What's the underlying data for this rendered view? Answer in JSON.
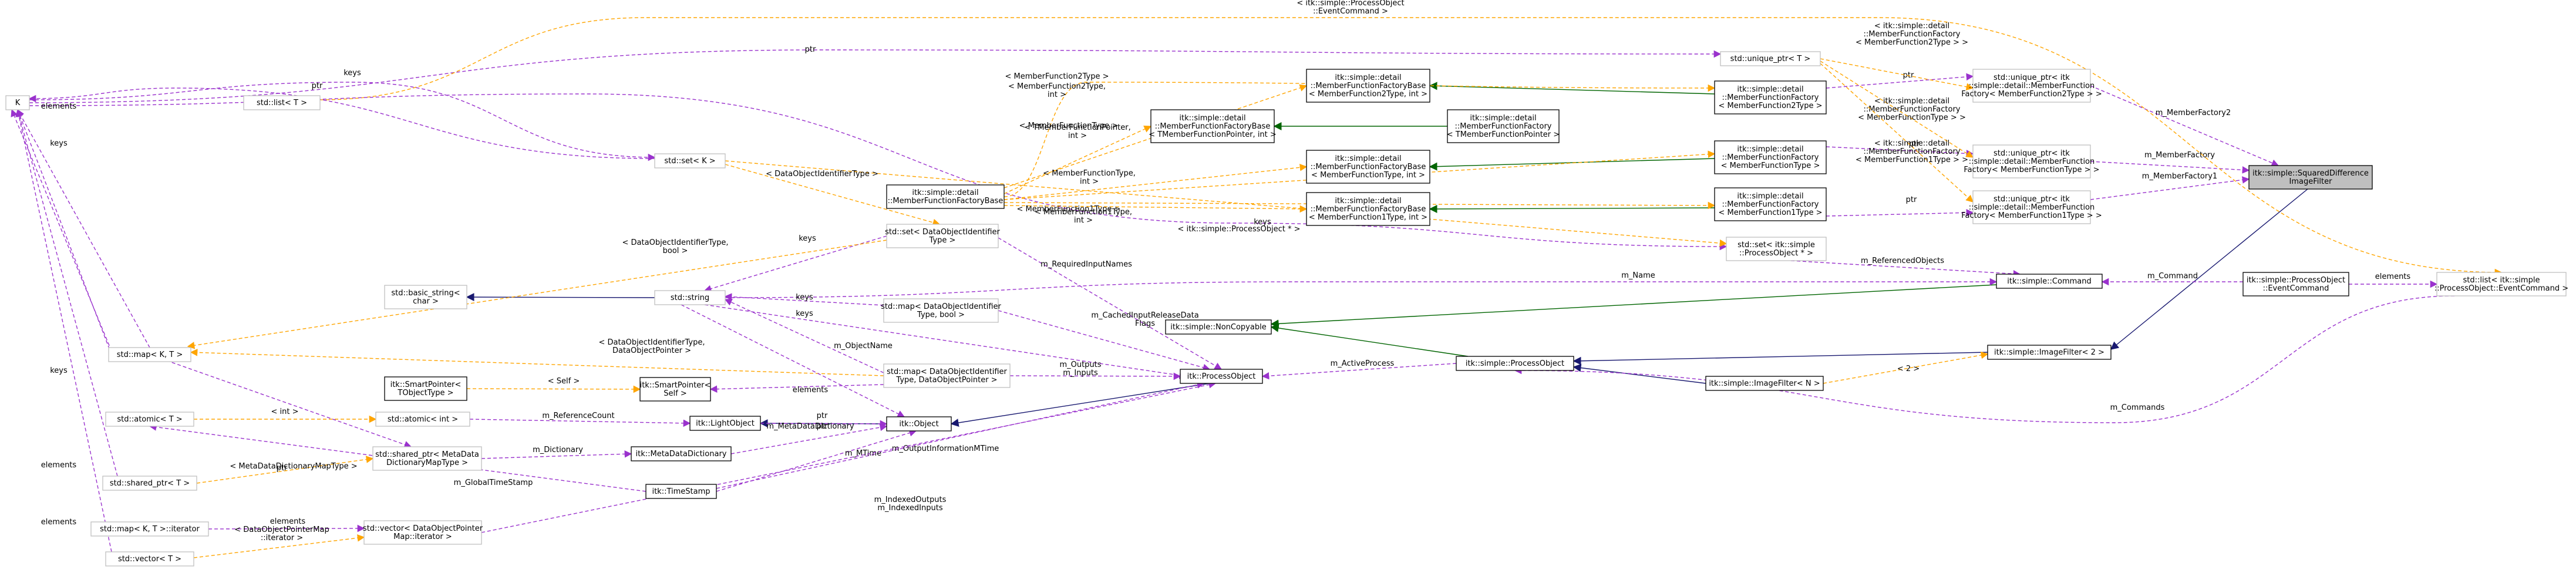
{
  "colors": {
    "usage": "#9a32cd",
    "template": "#ffa500",
    "inheritance": "#191970",
    "public_inheritance": "#006400",
    "focus_fill": "#bfbfbf"
  },
  "nodes": [
    {
      "id": "sqdiff",
      "lines": [
        "itk::simple::SquaredDifference",
        "ImageFilter"
      ],
      "style": "focus"
    },
    {
      "id": "procobj_evcmd",
      "lines": [
        "itk::simple::ProcessObject",
        "::EventCommand"
      ],
      "style": "strong"
    },
    {
      "id": "list_evcmd",
      "lines": [
        "std::list< itk::simple",
        "::ProcessObject::EventCommand >"
      ],
      "style": "plain"
    },
    {
      "id": "command",
      "lines": [
        "itk::simple::Command"
      ],
      "style": "strong"
    },
    {
      "id": "imagefilter2",
      "lines": [
        "itk::simple::ImageFilter< 2 >"
      ],
      "style": "strong"
    },
    {
      "id": "imagefilterN",
      "lines": [
        "itk::simple::ImageFilter< N >"
      ],
      "style": "strong"
    },
    {
      "id": "processobject_s",
      "lines": [
        "itk::simple::ProcessObject"
      ],
      "style": "strong"
    },
    {
      "id": "noncopyable",
      "lines": [
        "itk::simple::NonCopyable"
      ],
      "style": "strong"
    },
    {
      "id": "itkprocobj",
      "lines": [
        "itk::ProcessObject"
      ],
      "style": "strong"
    },
    {
      "id": "itkobject",
      "lines": [
        "itk::Object"
      ],
      "style": "strong"
    },
    {
      "id": "lightobject",
      "lines": [
        "itk::LightObject"
      ],
      "style": "strong"
    },
    {
      "id": "metadict",
      "lines": [
        "itk::MetaDataDictionary"
      ],
      "style": "strong"
    },
    {
      "id": "timestamp",
      "lines": [
        "itk::TimeStamp"
      ],
      "style": "strong"
    },
    {
      "id": "smartptr_self",
      "lines": [
        "itk::SmartPointer<",
        "Self >"
      ],
      "style": "strong"
    },
    {
      "id": "smartptr_tobj",
      "lines": [
        "itk::SmartPointer<",
        "TObjectType >"
      ],
      "style": "strong"
    },
    {
      "id": "atomic_int",
      "lines": [
        "std::atomic< int >"
      ],
      "style": "plain"
    },
    {
      "id": "atomic_T",
      "lines": [
        "std::atomic< T >"
      ],
      "style": "plain"
    },
    {
      "id": "sharedptr_md",
      "lines": [
        "std::shared_ptr< MetaData",
        "DictionaryMapType >"
      ],
      "style": "plain"
    },
    {
      "id": "sharedptr_T",
      "lines": [
        "std::shared_ptr< T >"
      ],
      "style": "plain"
    },
    {
      "id": "map_iter",
      "lines": [
        "std::map< K, T >::iterator"
      ],
      "style": "plain"
    },
    {
      "id": "vector_T",
      "lines": [
        "std::vector< T >"
      ],
      "style": "plain"
    },
    {
      "id": "vector_dopm",
      "lines": [
        "std::vector< DataObjectPointer",
        "Map::iterator >"
      ],
      "style": "plain"
    },
    {
      "id": "map_KT",
      "lines": [
        "std::map< K, T >"
      ],
      "style": "plain"
    },
    {
      "id": "K",
      "lines": [
        "K"
      ],
      "style": "plain"
    },
    {
      "id": "list_T",
      "lines": [
        "std::list< T >"
      ],
      "style": "plain"
    },
    {
      "id": "string",
      "lines": [
        "std::string"
      ],
      "style": "plain"
    },
    {
      "id": "basic_string",
      "lines": [
        "std::basic_string<",
        "char >"
      ],
      "style": "plain"
    },
    {
      "id": "set_K",
      "lines": [
        "std::set< K >"
      ],
      "style": "plain"
    },
    {
      "id": "set_doid",
      "lines": [
        "std::set< DataObjectIdentifier",
        "Type >"
      ],
      "style": "plain"
    },
    {
      "id": "map_doid_bool",
      "lines": [
        "std::map< DataObjectIdentifier",
        "Type, bool >"
      ],
      "style": "plain"
    },
    {
      "id": "map_doid_ptr",
      "lines": [
        "std::map< DataObjectIdentifier",
        "Type, DataObjectPointer >"
      ],
      "style": "plain"
    },
    {
      "id": "mffb",
      "lines": [
        "itk::simple::detail",
        "::MemberFunctionFactoryBase"
      ],
      "style": "strong"
    },
    {
      "id": "mffb_t",
      "lines": [
        "itk::simple::detail",
        "::MemberFunctionFactoryBase",
        "< TMemberFunctionPointer, int >"
      ],
      "style": "strong"
    },
    {
      "id": "mffb_2",
      "lines": [
        "itk::simple::detail",
        "::MemberFunctionFactoryBase",
        "< MemberFunction2Type, int >"
      ],
      "style": "strong"
    },
    {
      "id": "mffb_t1",
      "lines": [
        "itk::simple::detail",
        "::MemberFunctionFactoryBase",
        "< MemberFunctionType, int >"
      ],
      "style": "strong"
    },
    {
      "id": "mffb_1",
      "lines": [
        "itk::simple::detail",
        "::MemberFunctionFactoryBase",
        "< MemberFunction1Type, int >"
      ],
      "style": "strong"
    },
    {
      "id": "mff_t",
      "lines": [
        "itk::simple::detail",
        "::MemberFunctionFactory",
        "< TMemberFunctionPointer >"
      ],
      "style": "strong"
    },
    {
      "id": "mff_2",
      "lines": [
        "itk::simple::detail",
        "::MemberFunctionFactory",
        "< MemberFunction2Type >"
      ],
      "style": "strong"
    },
    {
      "id": "mff_mt",
      "lines": [
        "itk::simple::detail",
        "::MemberFunctionFactory",
        "< MemberFunctionType >"
      ],
      "style": "strong"
    },
    {
      "id": "mff_1",
      "lines": [
        "itk::simple::detail",
        "::MemberFunctionFactory",
        "< MemberFunction1Type >"
      ],
      "style": "strong"
    },
    {
      "id": "uptr_T",
      "lines": [
        "std::unique_ptr< T >"
      ],
      "style": "plain"
    },
    {
      "id": "uptr_2",
      "lines": [
        "std::unique_ptr< itk",
        "::simple::detail::MemberFunction",
        "Factory< MemberFunction2Type > >"
      ],
      "style": "plain"
    },
    {
      "id": "uptr_mt",
      "lines": [
        "std::unique_ptr< itk",
        "::simple::detail::MemberFunction",
        "Factory< MemberFunctionType > >"
      ],
      "style": "plain"
    },
    {
      "id": "uptr_1",
      "lines": [
        "std::unique_ptr< itk",
        "::simple::detail::MemberFunction",
        "Factory< MemberFunction1Type > >"
      ],
      "style": "plain"
    },
    {
      "id": "set_po",
      "lines": [
        "std::set< itk::simple",
        "::ProcessObject * >"
      ],
      "style": "plain"
    }
  ],
  "edges": [
    {
      "lines": [
        "m_MemberFactory2"
      ],
      "kind": "use"
    },
    {
      "lines": [
        "m_MemberFactory"
      ],
      "kind": "use"
    },
    {
      "lines": [
        "m_MemberFactory1"
      ],
      "kind": "use"
    },
    {
      "lines": [
        "ptr"
      ],
      "kind": "use"
    },
    {
      "lines": [
        "ptr"
      ],
      "kind": "use"
    },
    {
      "lines": [
        "ptr"
      ],
      "kind": "use"
    },
    {
      "lines": [
        "ptr"
      ],
      "kind": "use"
    },
    {
      "lines": [
        "< itk::simple::detail",
        "::MemberFunctionFactory",
        "< MemberFunction2Type > >"
      ],
      "kind": "tmpl"
    },
    {
      "lines": [
        "< itk::simple::detail",
        "::MemberFunctionFactory",
        "< MemberFunctionType > >"
      ],
      "kind": "tmpl"
    },
    {
      "lines": [
        "< itk::simple::detail",
        "::MemberFunctionFactory",
        "< MemberFunction1Type > >"
      ],
      "kind": "tmpl"
    },
    {
      "lines": [
        "< itk::simple::ProcessObject",
        "::EventCommand >"
      ],
      "kind": "tmpl"
    },
    {
      "lines": [
        "elements"
      ],
      "kind": "use"
    },
    {
      "lines": [
        "m_Command"
      ],
      "kind": "use"
    },
    {
      "lines": [
        "m_Commands"
      ],
      "kind": "use"
    },
    {
      "lines": [
        "m_ReferencedObjects"
      ],
      "kind": "use"
    },
    {
      "lines": [
        "keys"
      ],
      "kind": "use"
    },
    {
      "lines": [
        "< itk::simple::ProcessObject * >"
      ],
      "kind": "tmpl"
    },
    {
      "lines": [
        "m_Name"
      ],
      "kind": "use"
    },
    {
      "lines": [
        "< 2 >"
      ],
      "kind": "tmpl"
    },
    {
      "lines": [
        "m_ActiveProcess"
      ],
      "kind": "use"
    },
    {
      "lines": [
        "< MemberFunction2Type >"
      ],
      "kind": "tmpl"
    },
    {
      "lines": [
        "< MemberFunctionType >"
      ],
      "kind": "tmpl"
    },
    {
      "lines": [
        "< MemberFunction1Type >"
      ],
      "kind": "tmpl"
    },
    {
      "lines": [
        "< MemberFunction2Type,",
        "int >"
      ],
      "kind": "tmpl"
    },
    {
      "lines": [
        "< TMemberFunctionPointer,",
        "int >"
      ],
      "kind": "tmpl"
    },
    {
      "lines": [
        "< MemberFunctionType,",
        "int >"
      ],
      "kind": "tmpl"
    },
    {
      "lines": [
        "< MemberFunction1Type,",
        "int >"
      ],
      "kind": "tmpl"
    },
    {
      "lines": [
        "keys"
      ],
      "kind": "use"
    },
    {
      "lines": [
        "< DataObjectIdentifierType >"
      ],
      "kind": "tmpl"
    },
    {
      "lines": [
        "ptr"
      ],
      "kind": "use"
    },
    {
      "lines": [
        "keys"
      ],
      "kind": "use"
    },
    {
      "lines": [
        "elements"
      ],
      "kind": "use"
    },
    {
      "lines": [
        "keys"
      ],
      "kind": "use"
    },
    {
      "lines": [
        "< DataObjectIdentifierType,",
        "bool >"
      ],
      "kind": "tmpl"
    },
    {
      "lines": [
        "m_RequiredInputNames"
      ],
      "kind": "use"
    },
    {
      "lines": [
        "keys"
      ],
      "kind": "use"
    },
    {
      "lines": [
        "keys"
      ],
      "kind": "use"
    },
    {
      "lines": [
        "m_CachedInputReleaseData",
        "Flags"
      ],
      "kind": "use"
    },
    {
      "lines": [
        "m_ObjectName"
      ],
      "kind": "use"
    },
    {
      "lines": [
        "< DataObjectIdentifierType,",
        "DataObjectPointer >"
      ],
      "kind": "tmpl"
    },
    {
      "lines": [
        "m_Outputs",
        "m_Inputs"
      ],
      "kind": "use"
    },
    {
      "lines": [
        "elements"
      ],
      "kind": "use"
    },
    {
      "lines": [
        "< Self >"
      ],
      "kind": "tmpl"
    },
    {
      "lines": [
        "< int >"
      ],
      "kind": "tmpl"
    },
    {
      "lines": [
        "m_ReferenceCount"
      ],
      "kind": "use"
    },
    {
      "lines": [
        "ptr"
      ],
      "kind": "use"
    },
    {
      "lines": [
        "m_MetaDataDictionary"
      ],
      "kind": "use"
    },
    {
      "lines": [
        "m_Dictionary"
      ],
      "kind": "use"
    },
    {
      "lines": [
        "< MetaDataDictionaryMapType >"
      ],
      "kind": "tmpl"
    },
    {
      "lines": [
        "ptr"
      ],
      "kind": "use"
    },
    {
      "lines": [
        "ptr"
      ],
      "kind": "use"
    },
    {
      "lines": [
        "m_OutputInformationMTime"
      ],
      "kind": "use"
    },
    {
      "lines": [
        "m_MTime"
      ],
      "kind": "use"
    },
    {
      "lines": [
        "m_GlobalTimeStamp"
      ],
      "kind": "use"
    },
    {
      "lines": [
        "m_IndexedOutputs",
        "m_IndexedInputs"
      ],
      "kind": "use"
    },
    {
      "lines": [
        "elements"
      ],
      "kind": "use"
    },
    {
      "lines": [
        "< DataObjectPointerMap",
        "::iterator >"
      ],
      "kind": "tmpl"
    },
    {
      "lines": [
        "elements"
      ],
      "kind": "use"
    },
    {
      "lines": [
        "elements"
      ],
      "kind": "use"
    },
    {
      "lines": [
        "keys"
      ],
      "kind": "use"
    }
  ]
}
